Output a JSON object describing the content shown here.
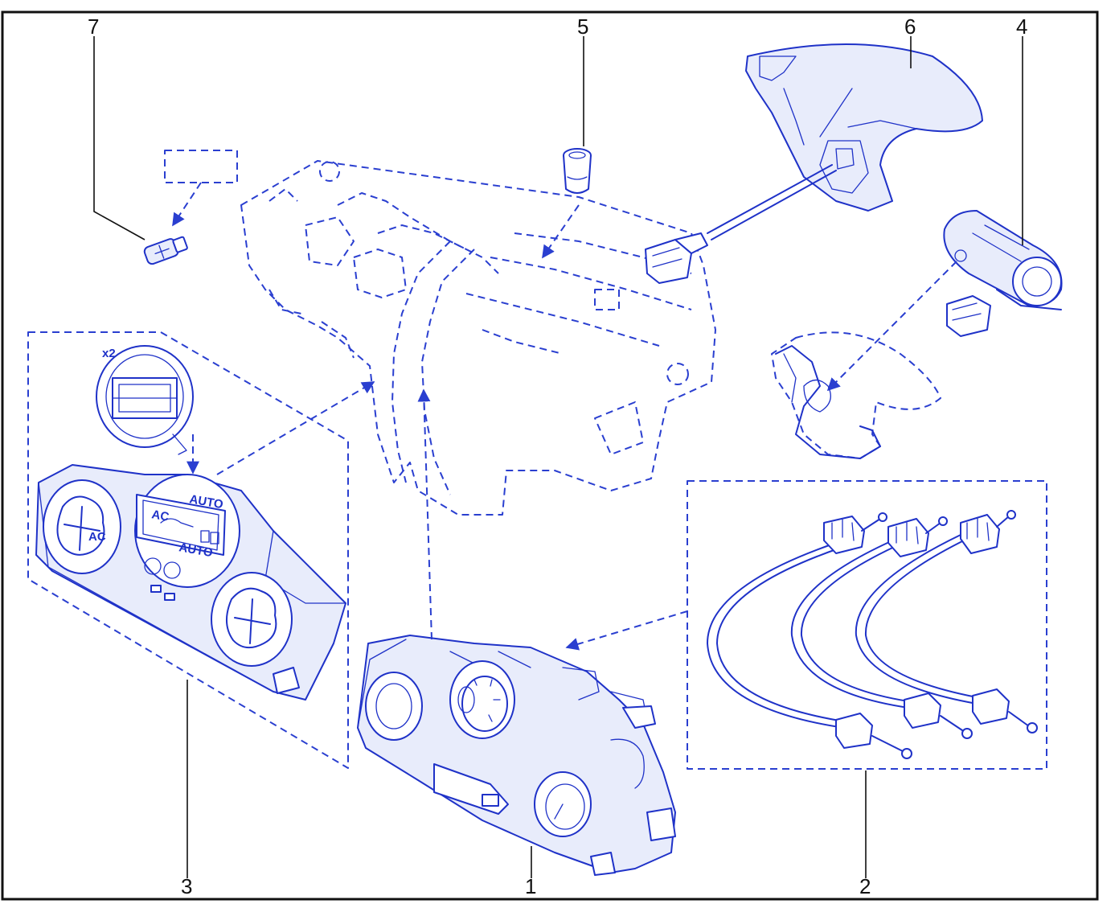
{
  "callouts": {
    "c1": "1",
    "c2": "2",
    "c3": "3",
    "c4": "4",
    "c5": "5",
    "c6": "6",
    "c7": "7"
  },
  "labels": {
    "quantity": "x2",
    "auto_top": "AUTO",
    "ac_display": "AC",
    "auto_display": "AUTO",
    "ac_knob": "AC"
  },
  "colors": {
    "line": "#1f32c8",
    "dashed": "#2a3fd0",
    "leader": "#111111",
    "frame": "#111111",
    "background": "#ffffff"
  }
}
